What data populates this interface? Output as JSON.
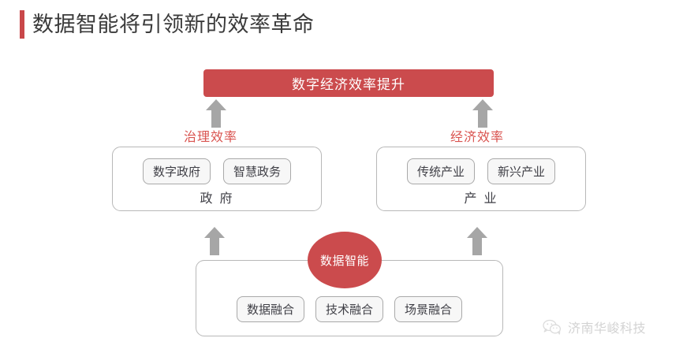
{
  "slide": {
    "title": "数据智能将引领新的效率革命",
    "accent_color": "#c9484a",
    "red_fill": "#cb4b4d",
    "arrow_color": "#a6a6a6",
    "panel_border_color": "#b8b8b8",
    "chip_bg_color": "#f7f7f7"
  },
  "banner": {
    "label": "数字经济效率提升"
  },
  "branches": {
    "left_label": "治理效率",
    "right_label": "经济效率"
  },
  "panels": {
    "government": {
      "caption": "政 府",
      "chips": [
        "数字政府",
        "智慧政务"
      ]
    },
    "industry": {
      "caption": "产 业",
      "chips": [
        "传统产业",
        "新兴产业"
      ]
    },
    "base": {
      "chips": [
        "数据融合",
        "技术融合",
        "场景融合"
      ]
    }
  },
  "circle": {
    "label": "数据智能"
  },
  "watermark": {
    "icon": "wechat-icon",
    "text": "济南华峻科技"
  },
  "arrows": [
    {
      "name": "arrow-to-banner-left"
    },
    {
      "name": "arrow-to-banner-right"
    },
    {
      "name": "arrow-to-government"
    },
    {
      "name": "arrow-to-industry"
    }
  ]
}
